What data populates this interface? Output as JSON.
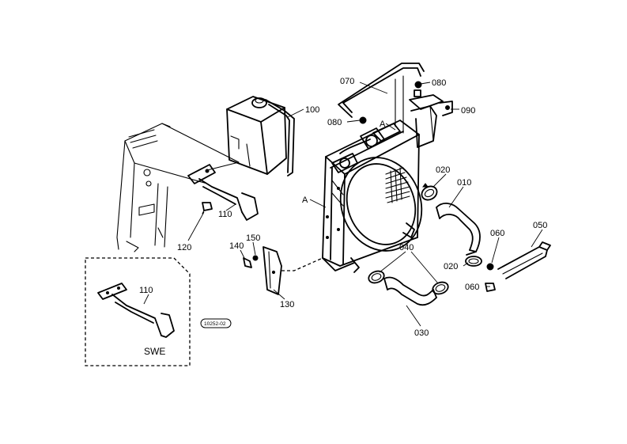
{
  "callouts": {
    "p010": "010",
    "p020a": "020",
    "p020b": "020",
    "p030": "030",
    "p040": "040",
    "p050": "050",
    "p060a": "060",
    "p060b": "060",
    "p070": "070",
    "p080a": "080",
    "p080b": "080",
    "p090": "090",
    "p100": "100",
    "p110a": "110",
    "p110b": "110",
    "p120": "120",
    "p130": "130",
    "p140": "140",
    "p150": "150"
  },
  "reference_marks": {
    "a_left": "A",
    "a_top": "A"
  },
  "inset": {
    "label": "SWE"
  },
  "drawing_code": "10252-02"
}
